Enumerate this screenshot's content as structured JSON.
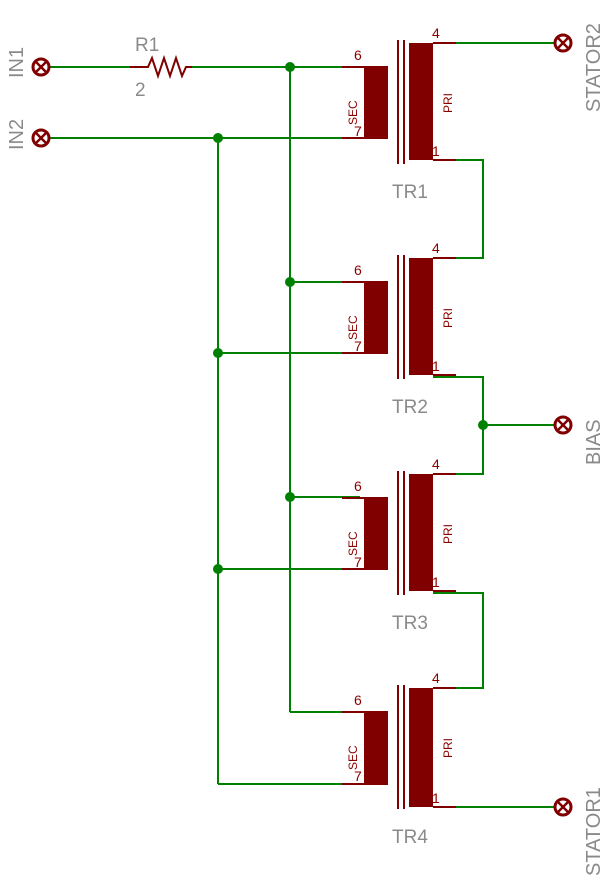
{
  "colors": {
    "wire": "#008000",
    "component": "#800000",
    "label": "#8a8a8a",
    "background": "#ffffff"
  },
  "connectors": {
    "in1": "IN1",
    "in2": "IN2",
    "stator2": "STATOR2",
    "bias": "BIAS",
    "stator1": "STATOR1"
  },
  "resistor": {
    "name": "R1",
    "value": "2"
  },
  "transformer_labels": {
    "secondary": "SEC",
    "primary": "PRI"
  },
  "transformers": [
    {
      "name": "TR1",
      "pins": {
        "sec_top": "6",
        "sec_bottom": "7",
        "pri_top": "4",
        "pri_bottom": "1"
      }
    },
    {
      "name": "TR2",
      "pins": {
        "sec_top": "6",
        "sec_bottom": "7",
        "pri_top": "4",
        "pri_bottom": "1"
      }
    },
    {
      "name": "TR3",
      "pins": {
        "sec_top": "6",
        "sec_bottom": "7",
        "pri_top": "4",
        "pri_bottom": "1"
      }
    },
    {
      "name": "TR4",
      "pins": {
        "sec_top": "6",
        "sec_bottom": "7",
        "pri_top": "4",
        "pri_bottom": "1"
      }
    }
  ]
}
